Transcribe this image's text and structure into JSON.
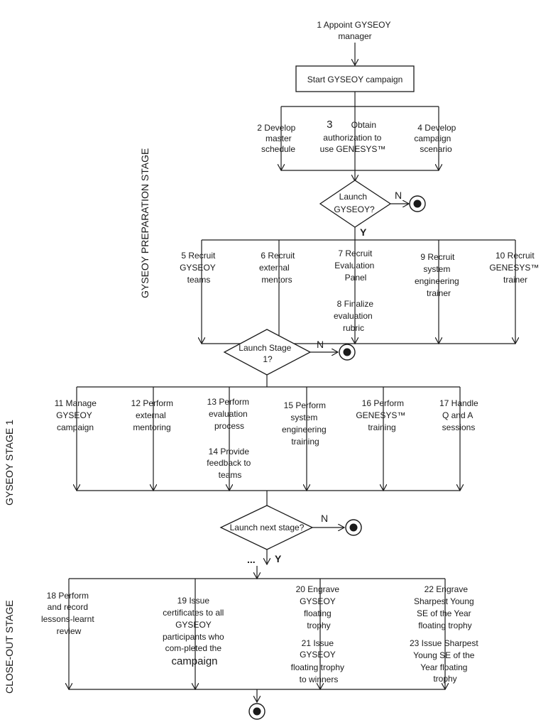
{
  "stages": {
    "preparation": "GYSEOY PREPARATION STAGE",
    "stage1": "GYSEOY STAGE 1",
    "closeout": "CLOSE-OUT STAGE"
  },
  "start": {
    "task1": [
      "1  Appoint GYSEOY",
      "manager"
    ],
    "box": "Start GYSEOY campaign"
  },
  "prep_tasks": {
    "t2": [
      "2  Develop",
      "master",
      "schedule"
    ],
    "t3": [
      "3",
      "Obtain",
      "authorization to",
      "use GENESYS™"
    ],
    "t4": [
      "4  Develop",
      "campaign",
      "scenario"
    ]
  },
  "decision_launch": [
    "Launch",
    "GYSEOY?"
  ],
  "recruit_tasks": {
    "t5": [
      "5  Recruit",
      "GYSEOY",
      "teams"
    ],
    "t6": [
      "6  Recruit",
      "external",
      "mentors"
    ],
    "t7": [
      "7  Recruit",
      "Evaluation",
      "Panel"
    ],
    "t8": [
      "8  Finalize",
      "evaluation",
      "rubric"
    ],
    "t9": [
      "9  Recruit",
      "system",
      "engineering",
      "trainer"
    ],
    "t10": [
      "10  Recruit",
      "GENESYS™",
      "trainer"
    ]
  },
  "decision_stage1": [
    "Launch Stage",
    "1?"
  ],
  "stage1_tasks": {
    "t11": [
      "11  Manage",
      "GYSEOY",
      "campaign"
    ],
    "t12": [
      "12  Perform",
      "external",
      "mentoring"
    ],
    "t13": [
      "13  Perform",
      "evaluation",
      "process"
    ],
    "t14": [
      "14  Provide",
      "feedback to",
      "teams"
    ],
    "t15": [
      "15  Perform",
      "system",
      "engineering",
      "training"
    ],
    "t16": [
      "16  Perform",
      "GENESYS™",
      "training"
    ],
    "t17": [
      "17  Handle",
      "Q and A",
      "sessions"
    ]
  },
  "decision_next": "Launch next stage?",
  "continuation": "...",
  "closeout_tasks": {
    "t18": [
      "18  Perform",
      "and record",
      "lessons-learnt",
      "review"
    ],
    "t19": [
      "19  Issue",
      "certificates to all",
      "GYSEOY",
      "participants who",
      "com-pleted the",
      "campaign"
    ],
    "t20": [
      "20  Engrave",
      "GYSEOY",
      "floating",
      "trophy"
    ],
    "t21": [
      "21  Issue",
      "GYSEOY",
      "floating trophy",
      "to winners"
    ],
    "t22": [
      "22  Engrave",
      "Sharpest Young",
      "SE of the Year",
      "floating trophy"
    ],
    "t23": [
      "23 Issue Sharpest",
      "Young SE of the",
      "Year floating",
      "trophy"
    ]
  },
  "labels": {
    "yes": "Y",
    "no": "N"
  }
}
